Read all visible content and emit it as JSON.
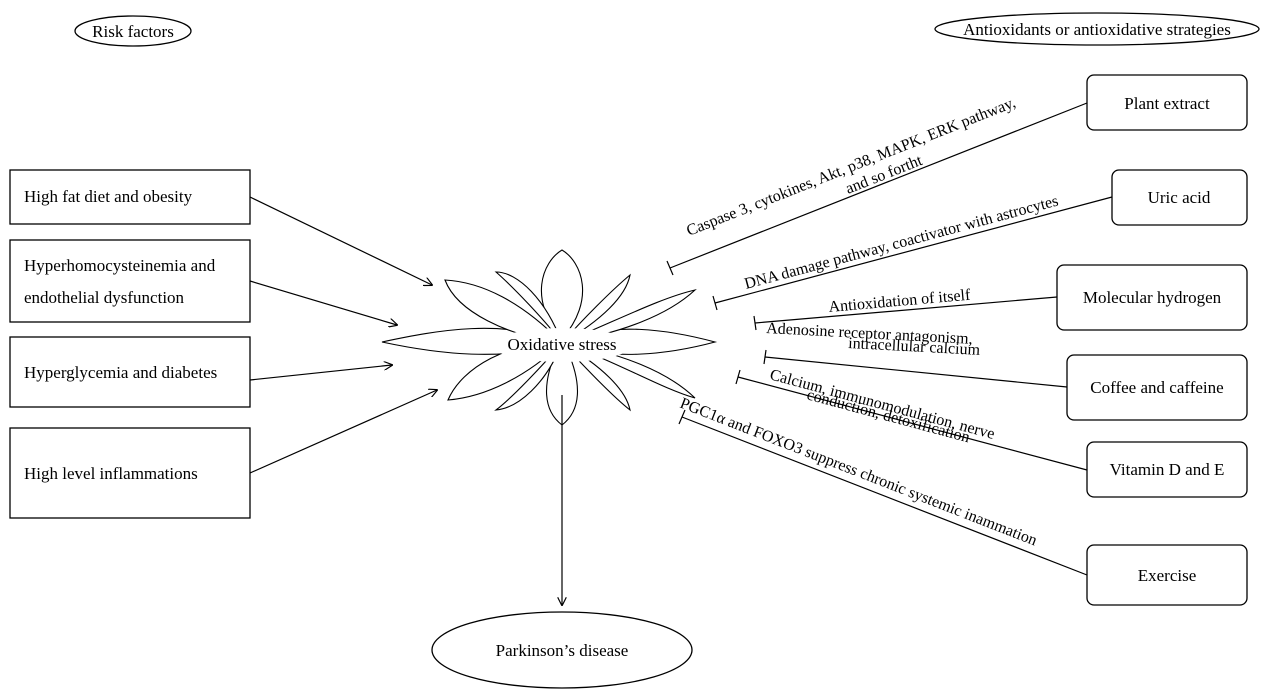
{
  "headers": {
    "risk_factors": "Risk factors",
    "antioxidants": "Antioxidants or antioxidative strategies"
  },
  "center": "Oxidative stress",
  "outcome": "Parkinson’s disease",
  "risk_factors": [
    {
      "lines": [
        "High fat diet and obesity"
      ]
    },
    {
      "lines": [
        "Hyperhomocysteinemia and",
        "endothelial dysfunction"
      ]
    },
    {
      "lines": [
        "Hyperglycemia and diabetes"
      ]
    },
    {
      "lines": [
        "High level inflammations"
      ]
    }
  ],
  "antioxidants": [
    {
      "label": "Plant extract",
      "pathway": [
        "Caspase 3, cytokines, Akt, p38, MAPK, ERK pathway,",
        "and so fortht"
      ]
    },
    {
      "label": "Uric acid",
      "pathway": [
        "DNA damage pathway, coactivator with astrocytes"
      ]
    },
    {
      "label": "Molecular hydrogen",
      "pathway": [
        "Antioxidation of itself"
      ]
    },
    {
      "label": "Coffee and caffeine",
      "pathway": [
        "Adenosine receptor antagonism,",
        "intracellular calcium"
      ]
    },
    {
      "label": "Vitamin D and E",
      "pathway": [
        "Calcium, immunomodulation, nerve",
        "conduction, detoxification"
      ]
    },
    {
      "label": "Exercise",
      "pathway": [
        "PGC1α and FOXO3 suppress chronic systemic inammation"
      ]
    }
  ],
  "relations": {
    "risk_factor_to_center": "promotes (arrow)",
    "antioxidant_to_center": "inhibits (blunt end)",
    "center_to_outcome": "leads to (arrow)"
  }
}
